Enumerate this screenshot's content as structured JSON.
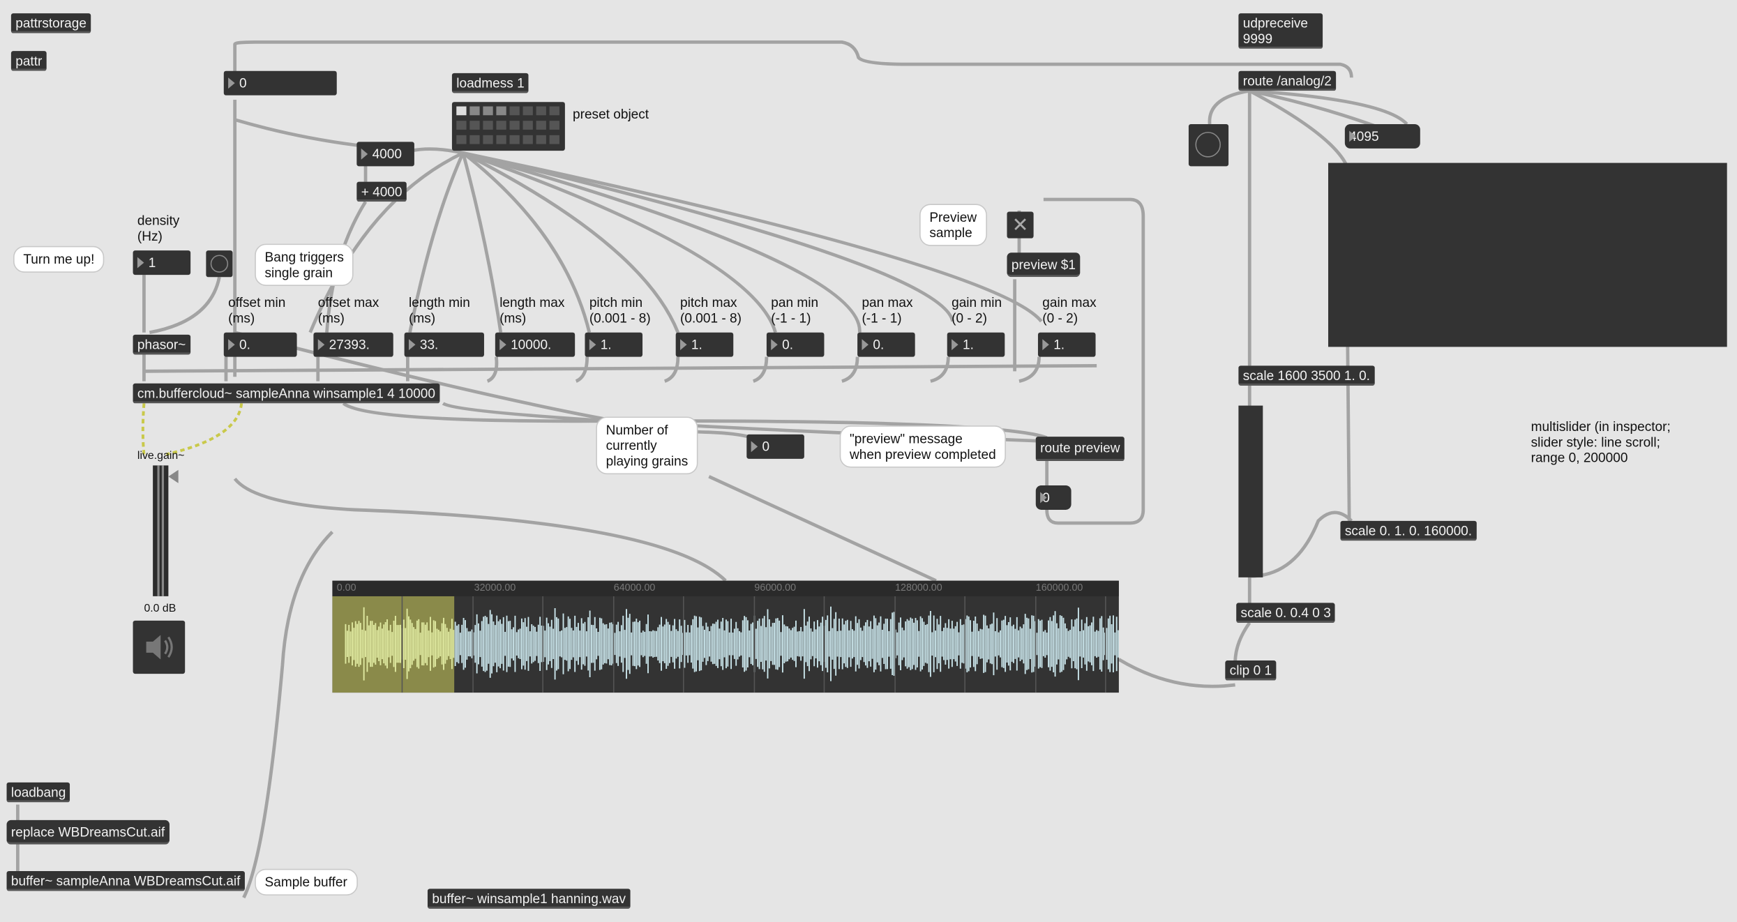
{
  "patcher": {
    "pattrstorage": "pattrstorage",
    "pattr": "pattr",
    "loadmess": "loadmess 1",
    "preset_label": "preset object",
    "udpreceive_line1": "udpreceive",
    "udpreceive_line2": "9999",
    "route_analog": "route /analog/2",
    "number_4095": "4095",
    "number_top": "0",
    "number_4000": "4000",
    "plus_4000": "+ 4000",
    "density_label": "density\n(Hz)",
    "density_value": "1",
    "turn_me_up": "Turn me up!",
    "bang_triggers": "Bang triggers\nsingle grain",
    "phasor": "phasor~",
    "buffercloud": "cm.buffercloud~ sampleAnna winsample1 4 10000",
    "live_gain": "live.gain~",
    "gain_db": "0.0 dB",
    "preview_sample": "Preview\nsample",
    "preview_msg": "preview $1",
    "number_grains_bubble": "Number of\ncurrently\nplaying grains",
    "grains_value": "0",
    "preview_msg_bubble": "\"preview\" message\nwhen preview completed",
    "route_preview": "route preview",
    "route_preview_out": "0",
    "scale1": "scale 1600 3500 1. 0.",
    "scale2": "scale 0. 1. 0. 160000.",
    "scale3": "scale 0. 0.4 0 3",
    "clip": "clip 0 1",
    "multislider_note": "multislider (in inspector;\nslider style: line scroll;\nrange 0, 200000",
    "loadbang": "loadbang",
    "replace_msg": "replace WBDreamsCut.aif",
    "buffer_sample": "buffer~ sampleAnna WBDreamsCut.aif",
    "sample_buffer_bubble": "Sample buffer",
    "buffer_win": "buffer~ winsample1 hanning.wav"
  },
  "params": [
    {
      "label": "offset min\n(ms)",
      "value": "0."
    },
    {
      "label": "offset max\n(ms)",
      "value": "27393."
    },
    {
      "label": "length min\n(ms)",
      "value": "33."
    },
    {
      "label": "length max\n(ms)",
      "value": "10000."
    },
    {
      "label": "pitch min\n(0.001 - 8)",
      "value": "1."
    },
    {
      "label": "pitch max\n(0.001 - 8)",
      "value": "1."
    },
    {
      "label": "pan min\n(-1 - 1)",
      "value": "0."
    },
    {
      "label": "pan max\n(-1 - 1)",
      "value": "0."
    },
    {
      "label": "gain min\n(0 - 2)",
      "value": "1."
    },
    {
      "label": "gain max\n(0 - 2)",
      "value": "1."
    }
  ],
  "waveform": {
    "ticks": [
      "0.00",
      "32000.00",
      "64000.00",
      "96000.00",
      "128000.00",
      "160000.00"
    ],
    "selection_start_fraction": 0.0,
    "selection_end_fraction": 0.155,
    "colors": {
      "wave": "#c9e4ea",
      "selection_wave": "#dfe9a0",
      "selection_bg": "#8a8a4a",
      "bg": "#333333"
    }
  },
  "colors": {
    "object_bg": "#333333",
    "object_text": "#f2f2f2",
    "canvas": "#e5e5e5",
    "patchcord": "#9b9b9b",
    "signal_cord": "#c9c94a"
  }
}
